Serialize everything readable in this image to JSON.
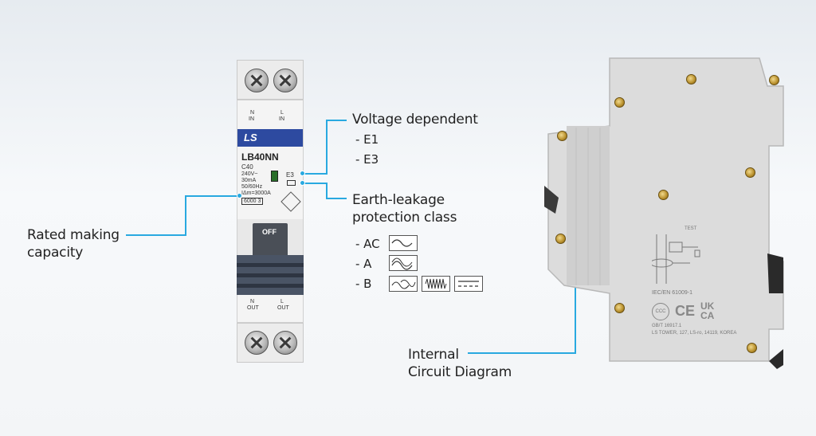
{
  "breaker": {
    "top_labels": [
      "N",
      "IN",
      "L",
      "IN"
    ],
    "brand": "LS",
    "model": "LB40NN",
    "rating": "C40",
    "spec_voltage": "240V~",
    "spec_current": "30mA",
    "spec_freq": "50/60Hz",
    "spec_making": "IΔm=3000A",
    "spec_box": "6000 3",
    "e_label": "E3",
    "off_label": "OFF",
    "bottom_labels": [
      "N",
      "OUT",
      "L",
      "OUT"
    ]
  },
  "callouts": {
    "voltage_title": "Voltage dependent",
    "voltage_items": [
      "- E1",
      "- E3"
    ],
    "earth_title_1": "Earth-leakage",
    "earth_title_2": "protection class",
    "classes": [
      "- AC",
      "- A",
      "- B"
    ],
    "rated_1": "Rated making",
    "rated_2": "capacity",
    "internal_1": "Internal",
    "internal_2": "Circuit Diagram"
  },
  "panel": {
    "test_label": "TEST",
    "standard": "IEC/EN 61009-1",
    "cert_marks": [
      "CCC",
      "CE",
      "UK CA"
    ],
    "gb_std": "GB/T 16917.1",
    "address": "LS TOWER, 127, LS-ro, 14119, KOREA"
  },
  "colors": {
    "accent": "#29a9e0",
    "brand_blue": "#2d4aa0"
  }
}
